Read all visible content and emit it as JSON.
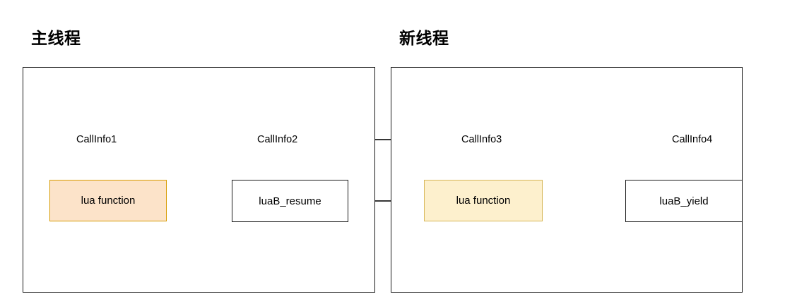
{
  "lanes": [
    {
      "id": "main-thread",
      "title": "主线程"
    },
    {
      "id": "new-thread",
      "title": "新线程"
    }
  ],
  "callinfo_chain": [
    {
      "label": "CallInfo1"
    },
    {
      "label": "CallInfo2"
    },
    {
      "label": "CallInfo3"
    },
    {
      "label": "CallInfo4"
    }
  ],
  "nodes": [
    {
      "id": "lua-function-main",
      "label": "lua function",
      "style": "orange"
    },
    {
      "id": "luab-resume",
      "label": "luaB_resume",
      "style": "plain"
    },
    {
      "id": "lua-function-new",
      "label": "lua function",
      "style": "yellow"
    },
    {
      "id": "luab-yield",
      "label": "luaB_yield",
      "style": "plain"
    }
  ],
  "colors": {
    "orange_fill": "#fce3c9",
    "orange_stroke": "#d79b00",
    "yellow_fill": "#fdf0cd",
    "yellow_stroke": "#d6b656",
    "plain_fill": "#ffffff",
    "stroke": "#1a1a1a",
    "background": "#ffffff"
  }
}
